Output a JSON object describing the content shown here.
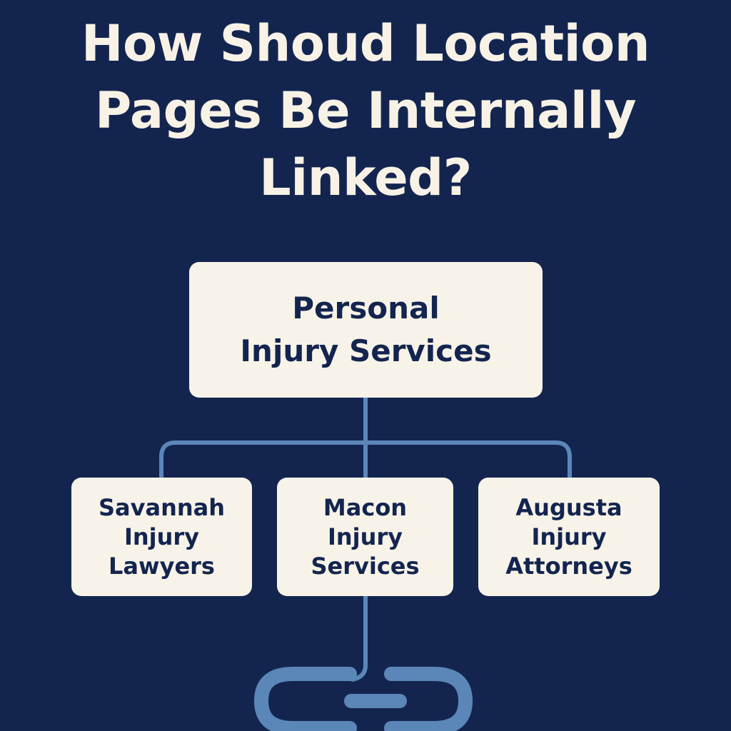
{
  "title": {
    "line1": "How Shoud Location",
    "line2": "Pages Be Internally",
    "line3": "Linked?"
  },
  "root_node": {
    "line1": "Personal",
    "line2": "Injury Services"
  },
  "child_nodes": [
    {
      "line1": "Savannah",
      "line2": "Injury",
      "line3": "Lawyers"
    },
    {
      "line1": "Macon",
      "line2": "Injury",
      "line3": "Services"
    },
    {
      "line1": "Augusta",
      "line2": "Injury",
      "line3": "Attorneys"
    }
  ],
  "colors": {
    "background": "#13254f",
    "box_fill": "#f8f3e8",
    "box_text": "#13254f",
    "title_text": "#f8f2e6",
    "connector": "#5b87b8"
  },
  "icons": {
    "chain": "link-icon"
  }
}
